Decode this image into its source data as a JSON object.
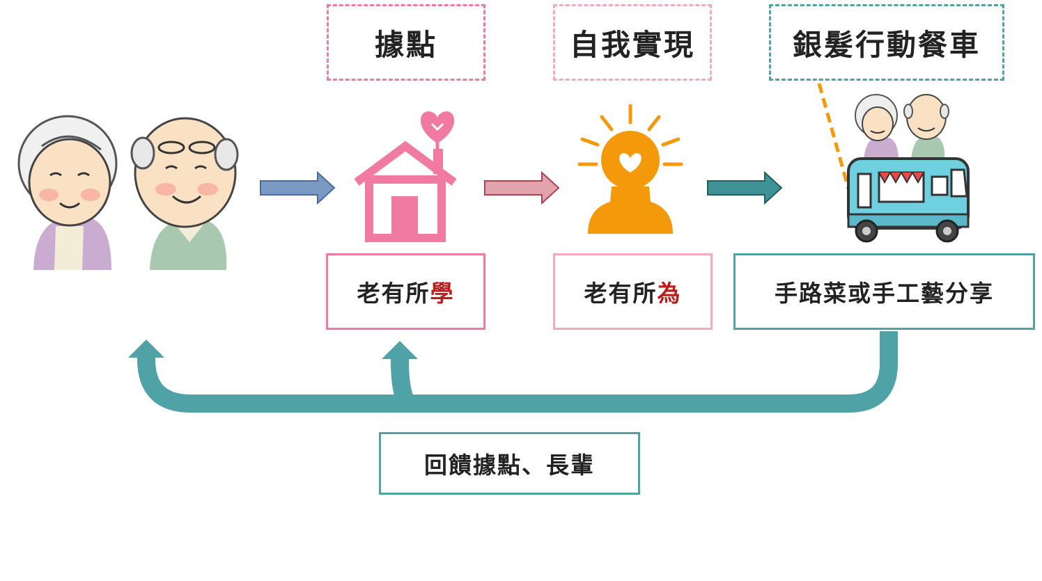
{
  "colors": {
    "pink": "#f07aa2",
    "pink_light": "#f4a9bd",
    "teal": "#4fa2a5",
    "orange": "#f4990a",
    "blue_arrow": "#7a99c3",
    "pink_arrow": "#e2a3ad",
    "teal_arrow": "#3f9296",
    "highlight": "#c01b1b"
  },
  "top_labels": {
    "base": "據點",
    "self_realization": "自我實現",
    "food_truck": "銀髮行動餐車"
  },
  "bottom_labels": {
    "learn": {
      "prefix": "老有所",
      "highlight": "學"
    },
    "act": {
      "prefix": "老有所",
      "highlight": "為"
    },
    "share": "手路菜或手工藝分享"
  },
  "feedback_label": "回饋據點、長輩",
  "icons": {
    "elders": "elderly-couple-illustration",
    "house": "house-heart-icon",
    "person": "person-heart-idea-icon",
    "truck": "food-truck-with-elders-illustration"
  }
}
